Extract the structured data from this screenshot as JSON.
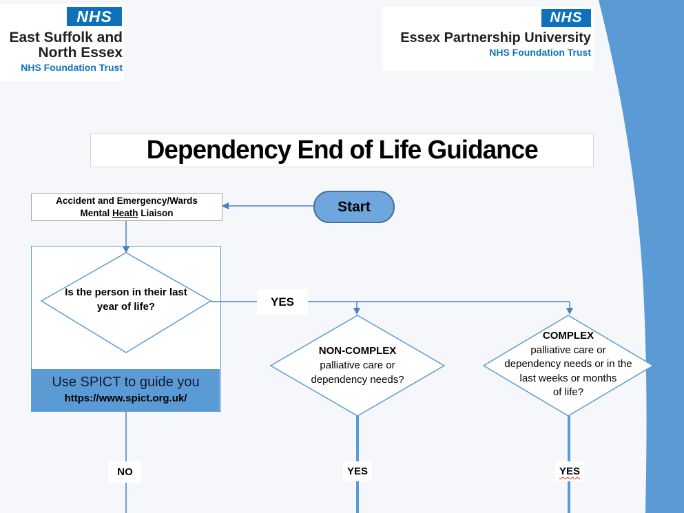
{
  "title": "Dependency End of Life Guidance",
  "logos": {
    "left": {
      "nhs": "NHS",
      "line1": "East Suffolk and",
      "line2": "North Essex",
      "trust": "NHS Foundation Trust"
    },
    "right": {
      "nhs": "NHS",
      "line1": "Essex Partnership University",
      "trust": "NHS Foundation Trust"
    }
  },
  "flowchart": {
    "start": "Start",
    "entry": {
      "line1": "Accident and Emergency/Wards",
      "line2_pre": "Mental ",
      "line2_underline": "Heath",
      "line2_post": " Liaison"
    },
    "decision_last_year": {
      "line1": "Is the person in their last",
      "line2": "year of life?"
    },
    "spict": {
      "caption": "Use SPICT to guide you",
      "url": "https://www.spict.org.uk/"
    },
    "decision_non_complex": {
      "title": "NON-COMPLEX",
      "line1": "palliative care or",
      "line2": "dependency needs?"
    },
    "decision_complex": {
      "title": "COMPLEX",
      "line1": "palliative care or",
      "line2": "dependency needs or in the",
      "line3": "last weeks or months",
      "line4": "of life?"
    },
    "labels": {
      "yes_top": "YES",
      "no": "NO",
      "yes_left": "YES",
      "yes_right": "YES"
    }
  },
  "colors": {
    "accent": "#5b9bd5",
    "nhs_blue": "#0d72b9",
    "line": "#4a80c4",
    "start_fill": "#6ea6dd",
    "start_border": "#41719c",
    "background": "#f5f7fb"
  }
}
